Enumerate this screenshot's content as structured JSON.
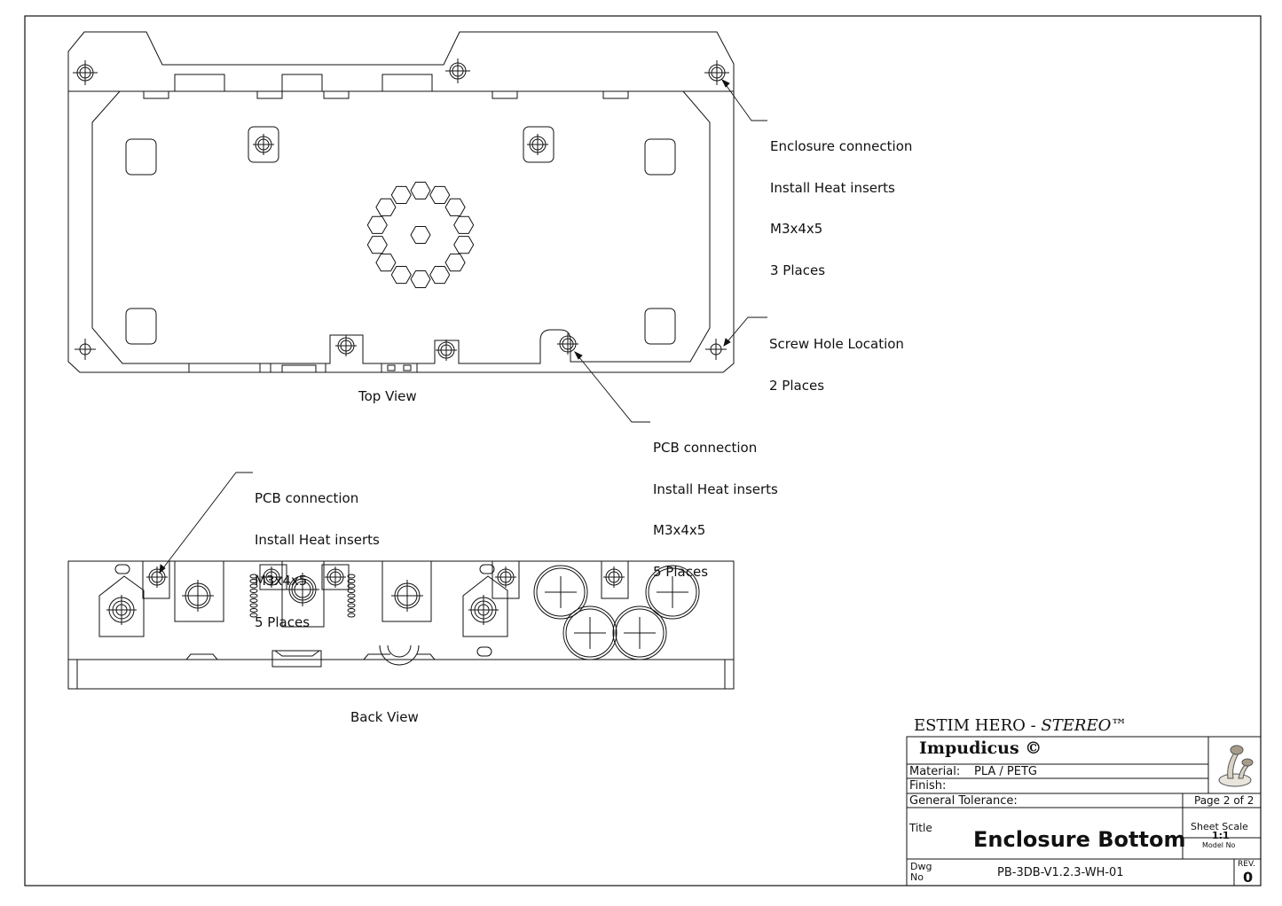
{
  "callouts": {
    "enclosure": [
      "Enclosure connection",
      "Install Heat inserts",
      "M3x4x5",
      "3 Places"
    ],
    "screw": [
      "Screw Hole Location",
      "2 Places"
    ],
    "pcb_top": [
      "PCB connection",
      "Install Heat inserts",
      "M3x4x5",
      "5 Places"
    ],
    "pcb_back": [
      "PCB connection",
      "Install Heat inserts",
      "M3x4x5",
      "5 Places"
    ]
  },
  "views": {
    "top": "Top View",
    "back": "Back View"
  },
  "title_block": {
    "project": "ESTIM HERO - ",
    "project_italic": "STEREO",
    "trademark": "™",
    "company": "Impudicus ©",
    "material_label": "Material:",
    "material_value": "PLA / PETG",
    "finish_label": "Finish:",
    "tolerance_label": "General Tolerance:",
    "page": "Page 2 of 2",
    "title_label": "Title",
    "title": "Enclosure Bottom",
    "sheet_scale_label": "Sheet Scale",
    "sheet_scale": "1:1",
    "model_no_label": "Model No",
    "dwg_label_1": "Dwg",
    "dwg_label_2": "No",
    "dwg_no": "PB-3DB-V1.2.3-WH-01",
    "rev_label": "REV.",
    "rev": "0",
    "logo": "mushroom-logo"
  }
}
